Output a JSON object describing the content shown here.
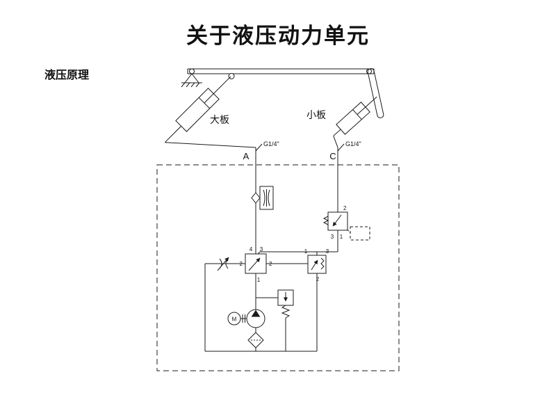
{
  "page": {
    "title": "关于液压动力单元",
    "section_label": "液压原理"
  },
  "diagram": {
    "labels": {
      "big_plate": "大板",
      "small_plate": "小板",
      "port_a": "A",
      "port_c": "C",
      "fitting_a": "G1/4\"",
      "fitting_c": "G1/4\"",
      "motor": "M"
    },
    "port_numbers": {
      "main_valve": {
        "p4": "4",
        "p3": "3",
        "p2_left": "2",
        "p2_right": "2",
        "p1": "1"
      },
      "pilot_valve": {
        "p2": "2",
        "p3": "3",
        "p1": "1"
      },
      "cartridge_valve": {
        "p1": "1",
        "p3": "3",
        "p2": "2"
      }
    }
  }
}
